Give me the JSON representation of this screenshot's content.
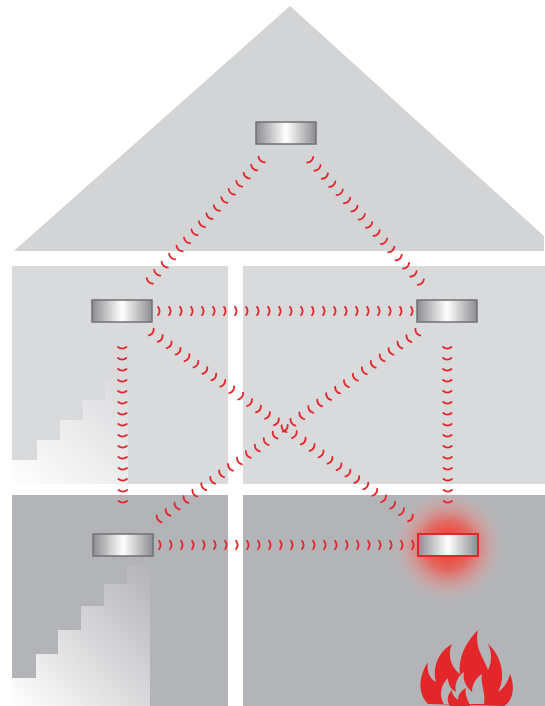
{
  "scene": {
    "type": "interconnected smoke alarm network in a house",
    "colors": {
      "background": "#ffffff",
      "roof": "#d3d4d6",
      "upper_floor": "#d9dadc",
      "lower_floor": "#b3b4b7",
      "signal": "#e3262a",
      "alarm_active_glow": "#ff2a1f",
      "flame": "#e3262a"
    }
  },
  "detectors": [
    {
      "id": "attic",
      "state": "idle"
    },
    {
      "id": "upper-left",
      "state": "idle"
    },
    {
      "id": "upper-right",
      "state": "idle"
    },
    {
      "id": "lower-left",
      "state": "idle"
    },
    {
      "id": "lower-right",
      "state": "alarm"
    }
  ],
  "links": [
    [
      "attic",
      "upper-left"
    ],
    [
      "attic",
      "upper-right"
    ],
    [
      "upper-left",
      "upper-right"
    ],
    [
      "upper-left",
      "lower-left"
    ],
    [
      "upper-right",
      "lower-right"
    ],
    [
      "upper-left",
      "lower-right"
    ],
    [
      "upper-right",
      "lower-left"
    ],
    [
      "lower-left",
      "lower-right"
    ]
  ],
  "icons": {
    "fire": "fire-icon",
    "stairs": "staircase-icon"
  }
}
